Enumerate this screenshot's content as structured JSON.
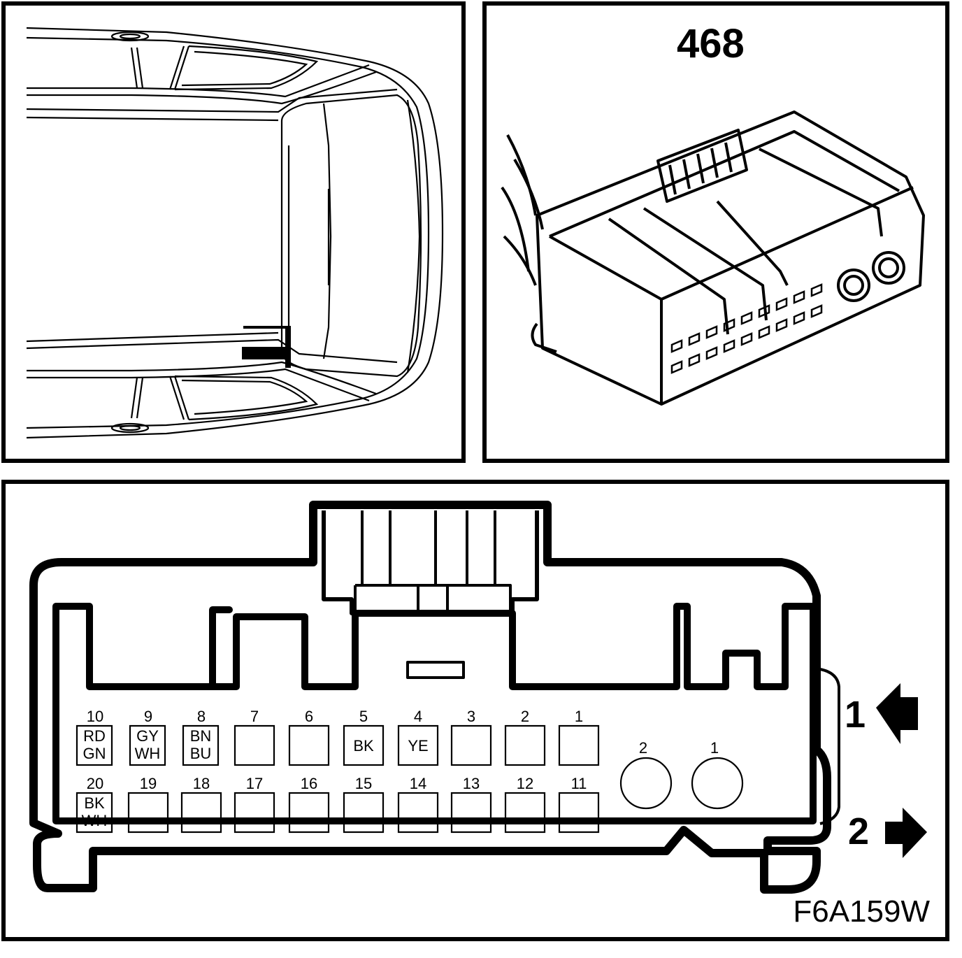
{
  "connector_id": "468",
  "figure_code": "F6A159W",
  "view_labels": [
    "1",
    "2"
  ],
  "pins_top": [
    {
      "num": "10",
      "wires": [
        "RD",
        "GN"
      ]
    },
    {
      "num": "9",
      "wires": [
        "GY",
        "WH"
      ]
    },
    {
      "num": "8",
      "wires": [
        "BN",
        "BU"
      ]
    },
    {
      "num": "7",
      "wires": []
    },
    {
      "num": "6",
      "wires": []
    },
    {
      "num": "5",
      "wires": [
        "BK"
      ]
    },
    {
      "num": "4",
      "wires": [
        "YE"
      ]
    },
    {
      "num": "3",
      "wires": []
    },
    {
      "num": "2",
      "wires": []
    },
    {
      "num": "1",
      "wires": []
    }
  ],
  "pins_bottom": [
    {
      "num": "20",
      "wires": [
        "BK",
        "WH"
      ]
    },
    {
      "num": "19",
      "wires": []
    },
    {
      "num": "18",
      "wires": []
    },
    {
      "num": "17",
      "wires": []
    },
    {
      "num": "16",
      "wires": []
    },
    {
      "num": "15",
      "wires": []
    },
    {
      "num": "14",
      "wires": []
    },
    {
      "num": "13",
      "wires": []
    },
    {
      "num": "12",
      "wires": []
    },
    {
      "num": "11",
      "wires": []
    }
  ],
  "round_pins": [
    "2",
    "1"
  ]
}
